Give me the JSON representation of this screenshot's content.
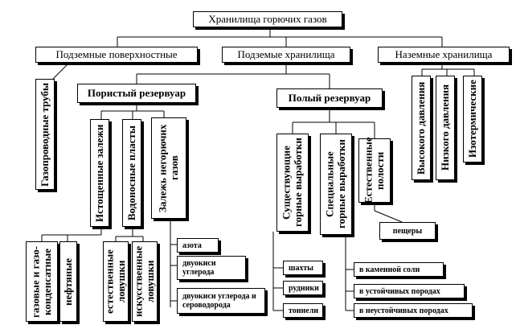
{
  "root": "Хранилища горючих газов",
  "branches": {
    "underground_surface": "Подземные поверхностные",
    "underground": "Подземые хранилища",
    "ground": "Наземные хранилища"
  },
  "pipelines": "Газопроводные трубы",
  "ground_types": {
    "high_pressure": "Высокого давления",
    "low_pressure": "Низкого давления",
    "isothermal": "Изотермические"
  },
  "porous": {
    "title": "Пористый резервуар",
    "depleted": "Истощенные залежи",
    "aquifers": "Водоносные пласты",
    "nonflammable": "Залежь негорючих газов"
  },
  "depleted_types": {
    "gas_condensate": "газовые и газо-конденсатные",
    "oil": "нефтяные"
  },
  "aquifer_types": {
    "natural_traps": "естественные ловушки",
    "artificial_traps": "искусственные ловушки"
  },
  "nonflammable_types": {
    "nitrogen": "азота",
    "co2": "двуокиси углерода",
    "co2_h2s": "двуокиси углерода и сероводорода"
  },
  "hollow": {
    "title": "Полый резервуар",
    "existing": "Существующие горные выработки",
    "special": "Специальные горные выработки",
    "natural": "Естественные полости"
  },
  "existing_types": {
    "shafts": "шахты",
    "mines": "рудники",
    "tunnels": "тоннели"
  },
  "special_types": {
    "rock_salt": "в каменной соли",
    "stable": "в устойчивых породах",
    "unstable": "в неустойчивых породах"
  },
  "natural_types": {
    "caves": "пещеры"
  }
}
